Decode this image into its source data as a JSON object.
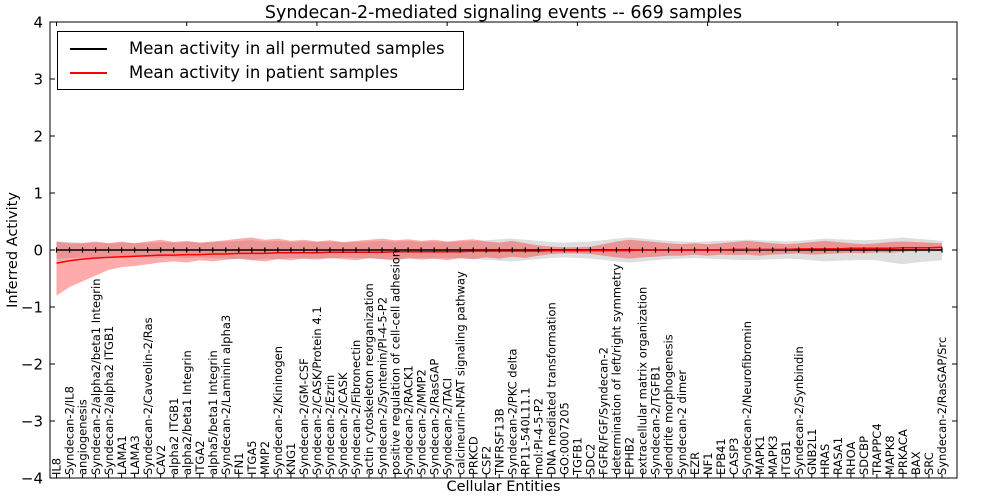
{
  "chart_data": {
    "type": "line",
    "title": "Syndecan-2-mediated signaling events -- 669 samples",
    "xlabel": "Cellular Entities",
    "ylabel": "Inferred Activity",
    "ylim": [
      -4,
      4
    ],
    "yticks": [
      4,
      3,
      2,
      1,
      0,
      -1,
      -2,
      -3,
      -4
    ],
    "grid": false,
    "legend_position": "upper left",
    "categories": [
      "IL8",
      "Syndecan-2/IL8",
      "angiogenesis",
      "Syndecan-2/alpha2/beta1 Integrin",
      "Syndecan-2/alpha2 ITGB1",
      "LAMA1",
      "LAMA3",
      "Syndecan-2/Caveolin-2/Ras",
      "CAV2",
      "alpha2 ITGB1",
      "alpha2/beta1 Integrin",
      "ITGA2",
      "alpha5/beta1 Integrin",
      "Syndecan-2/Laminin alpha3",
      "FN1",
      "ITGA5",
      "MMP2",
      "Syndecan-2/Kininogen",
      "KNG1",
      "Syndecan-2/GM-CSF",
      "Syndecan-2/CASK/Protein 4.1",
      "Syndecan-2/Ezrin",
      "Syndecan-2/CASK",
      "Syndecan-2/Fibronectin",
      "actin cytoskeleton reorganization",
      "Syndecan-2/Syntenin/PI-4-5-P2",
      "positive regulation of cell-cell adhesion",
      "Syndecan-2/RACK1",
      "Syndecan-2/MMP2",
      "Syndecan-2/RasGAP",
      "Syndecan-2/TACI",
      "calcineurin-NFAT signaling pathway",
      "PRKCD",
      "CSF2",
      "TNFRSF13B",
      "Syndecan-2/PKC delta",
      "RP11-540L11.1",
      "mol:PI-4-5-P2",
      "DNA mediated transformation",
      "GO:0007205",
      "TGFB1",
      "SDC2",
      "FGFR/FGF/Syndecan-2",
      "determination of left/right symmetry",
      "EPHB2",
      "extracellular matrix organization",
      "Syndecan-2/TGFB1",
      "dendrite morphogenesis",
      "Syndecan-2 dimer",
      "EZR",
      "NF1",
      "EPB41",
      "CASP3",
      "Syndecan-2/Neurofibromin",
      "MAPK1",
      "MAPK3",
      "ITGB1",
      "Syndecan-2/Synbindin",
      "GNB2L1",
      "HRAS",
      "RASA1",
      "RHOA",
      "SDCBP",
      "TRAPPC4",
      "MAPK8",
      "PRKACA",
      "BAX",
      "SRC",
      "Syndecan-2/RasGAP/Src"
    ],
    "series": [
      {
        "name": "Mean activity in all permuted samples",
        "color": "#000000",
        "marker": "vertical-dash",
        "values": [
          0,
          0,
          0,
          0,
          0,
          0,
          0,
          0,
          0,
          0,
          0,
          0,
          0,
          0,
          0,
          0,
          0,
          0,
          0,
          0,
          0,
          0,
          0,
          0,
          0,
          0,
          0,
          0,
          0,
          0,
          0,
          0,
          0,
          0,
          0,
          0,
          0,
          0,
          0,
          0,
          0,
          0,
          0,
          0,
          0,
          0,
          0,
          0,
          0,
          0,
          0,
          0,
          0,
          0,
          0,
          0,
          0,
          0,
          0,
          0,
          0,
          0,
          0,
          0,
          0,
          0,
          0,
          0,
          0
        ]
      },
      {
        "name": "Mean activity in patient samples",
        "color": "#ff0000",
        "marker": "none",
        "values": [
          -0.23,
          -0.19,
          -0.16,
          -0.14,
          -0.13,
          -0.12,
          -0.11,
          -0.1,
          -0.09,
          -0.09,
          -0.08,
          -0.08,
          -0.07,
          -0.07,
          -0.06,
          -0.06,
          -0.06,
          -0.05,
          -0.05,
          -0.05,
          -0.05,
          -0.04,
          -0.04,
          -0.04,
          -0.04,
          -0.04,
          -0.03,
          -0.03,
          -0.03,
          -0.03,
          -0.03,
          -0.03,
          -0.02,
          -0.02,
          -0.02,
          -0.02,
          -0.02,
          -0.02,
          -0.01,
          -0.01,
          -0.01,
          -0.01,
          -0.01,
          -0.01,
          -0.01,
          0,
          0,
          0,
          0,
          0,
          0,
          0,
          0.01,
          0.01,
          0.01,
          0.01,
          0.01,
          0.02,
          0.02,
          0.02,
          0.02,
          0.03,
          0.03,
          0.03,
          0.03,
          0.04,
          0.04,
          0.04,
          0.05
        ]
      }
    ],
    "bands": [
      {
        "name": "permuted-range",
        "color": "#000000",
        "opacity": 0.13,
        "upper": [
          0.15,
          0.14,
          0.13,
          0.13,
          0.12,
          0.13,
          0.12,
          0.13,
          0.14,
          0.13,
          0.14,
          0.13,
          0.14,
          0.15,
          0.16,
          0.17,
          0.15,
          0.16,
          0.14,
          0.15,
          0.14,
          0.15,
          0.13,
          0.14,
          0.15,
          0.16,
          0.15,
          0.16,
          0.14,
          0.15,
          0.14,
          0.15,
          0.16,
          0.17,
          0.19,
          0.2,
          0.18,
          0.16,
          0.14,
          0.13,
          0.14,
          0.15,
          0.17,
          0.2,
          0.22,
          0.2,
          0.18,
          0.16,
          0.15,
          0.14,
          0.15,
          0.16,
          0.17,
          0.18,
          0.17,
          0.16,
          0.15,
          0.16,
          0.18,
          0.2,
          0.19,
          0.18,
          0.17,
          0.18,
          0.2,
          0.22,
          0.2,
          0.18,
          0.16
        ],
        "lower": [
          -0.15,
          -0.14,
          -0.13,
          -0.13,
          -0.12,
          -0.13,
          -0.12,
          -0.13,
          -0.14,
          -0.13,
          -0.14,
          -0.13,
          -0.14,
          -0.15,
          -0.16,
          -0.17,
          -0.15,
          -0.16,
          -0.14,
          -0.15,
          -0.14,
          -0.15,
          -0.13,
          -0.14,
          -0.15,
          -0.16,
          -0.15,
          -0.16,
          -0.14,
          -0.15,
          -0.14,
          -0.15,
          -0.16,
          -0.17,
          -0.19,
          -0.2,
          -0.18,
          -0.16,
          -0.14,
          -0.13,
          -0.14,
          -0.15,
          -0.17,
          -0.2,
          -0.22,
          -0.2,
          -0.18,
          -0.16,
          -0.15,
          -0.14,
          -0.15,
          -0.16,
          -0.17,
          -0.18,
          -0.17,
          -0.16,
          -0.15,
          -0.16,
          -0.18,
          -0.2,
          -0.19,
          -0.18,
          -0.17,
          -0.18,
          -0.22,
          -0.25,
          -0.22,
          -0.2,
          -0.18
        ]
      },
      {
        "name": "patient-range",
        "color": "#ff0000",
        "opacity": 0.33,
        "upper": [
          0.15,
          0.12,
          0.12,
          0.15,
          0.12,
          0.15,
          0.12,
          0.15,
          0.18,
          0.14,
          0.16,
          0.13,
          0.15,
          0.17,
          0.2,
          0.22,
          0.18,
          0.2,
          0.16,
          0.18,
          0.15,
          0.17,
          0.14,
          0.16,
          0.18,
          0.2,
          0.17,
          0.19,
          0.16,
          0.18,
          0.15,
          0.17,
          0.19,
          0.15,
          0.13,
          0.16,
          0.12,
          0.08,
          0.06,
          0.05,
          0.05,
          0.06,
          0.1,
          0.15,
          0.18,
          0.16,
          0.14,
          0.12,
          0.1,
          0.12,
          0.1,
          0.12,
          0.14,
          0.16,
          0.14,
          0.12,
          0.1,
          0.12,
          0.14,
          0.16,
          0.14,
          0.12,
          0.1,
          0.12,
          0.14,
          0.15,
          0.14,
          0.13,
          0.12
        ],
        "lower": [
          -0.8,
          -0.65,
          -0.55,
          -0.45,
          -0.35,
          -0.3,
          -0.28,
          -0.25,
          -0.22,
          -0.2,
          -0.22,
          -0.18,
          -0.2,
          -0.17,
          -0.15,
          -0.18,
          -0.2,
          -0.16,
          -0.18,
          -0.15,
          -0.17,
          -0.14,
          -0.16,
          -0.18,
          -0.14,
          -0.16,
          -0.19,
          -0.14,
          -0.17,
          -0.15,
          -0.18,
          -0.14,
          -0.16,
          -0.13,
          -0.15,
          -0.12,
          -0.14,
          -0.1,
          -0.07,
          -0.06,
          -0.06,
          -0.07,
          -0.1,
          -0.13,
          -0.15,
          -0.13,
          -0.12,
          -0.1,
          -0.1,
          -0.08,
          -0.1,
          -0.08,
          -0.09,
          -0.08,
          -0.1,
          -0.08,
          -0.07,
          -0.06,
          -0.08,
          -0.07,
          -0.06,
          -0.05,
          -0.06,
          -0.04,
          -0.05,
          -0.03,
          -0.02,
          -0.02,
          -0.02
        ]
      }
    ]
  }
}
